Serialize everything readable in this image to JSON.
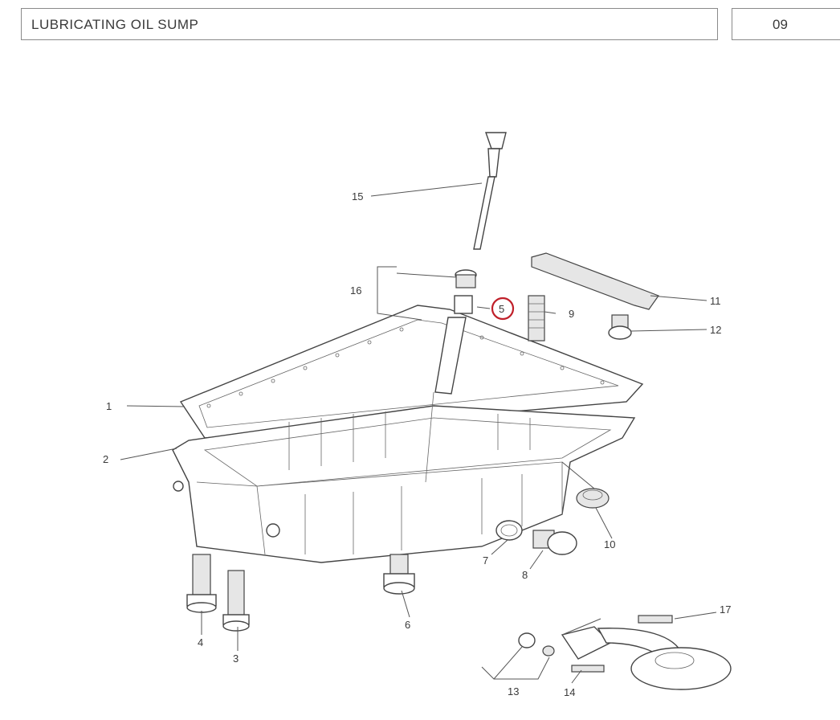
{
  "header": {
    "title": "LUBRICATING OIL SUMP",
    "page": "09"
  },
  "diagram": {
    "highlight_color": "#c0202a",
    "callouts": [
      "1",
      "2",
      "3",
      "4",
      "5",
      "6",
      "7",
      "8",
      "9",
      "10",
      "11",
      "12",
      "13",
      "14",
      "15",
      "16",
      "17"
    ],
    "highlighted": "5"
  }
}
